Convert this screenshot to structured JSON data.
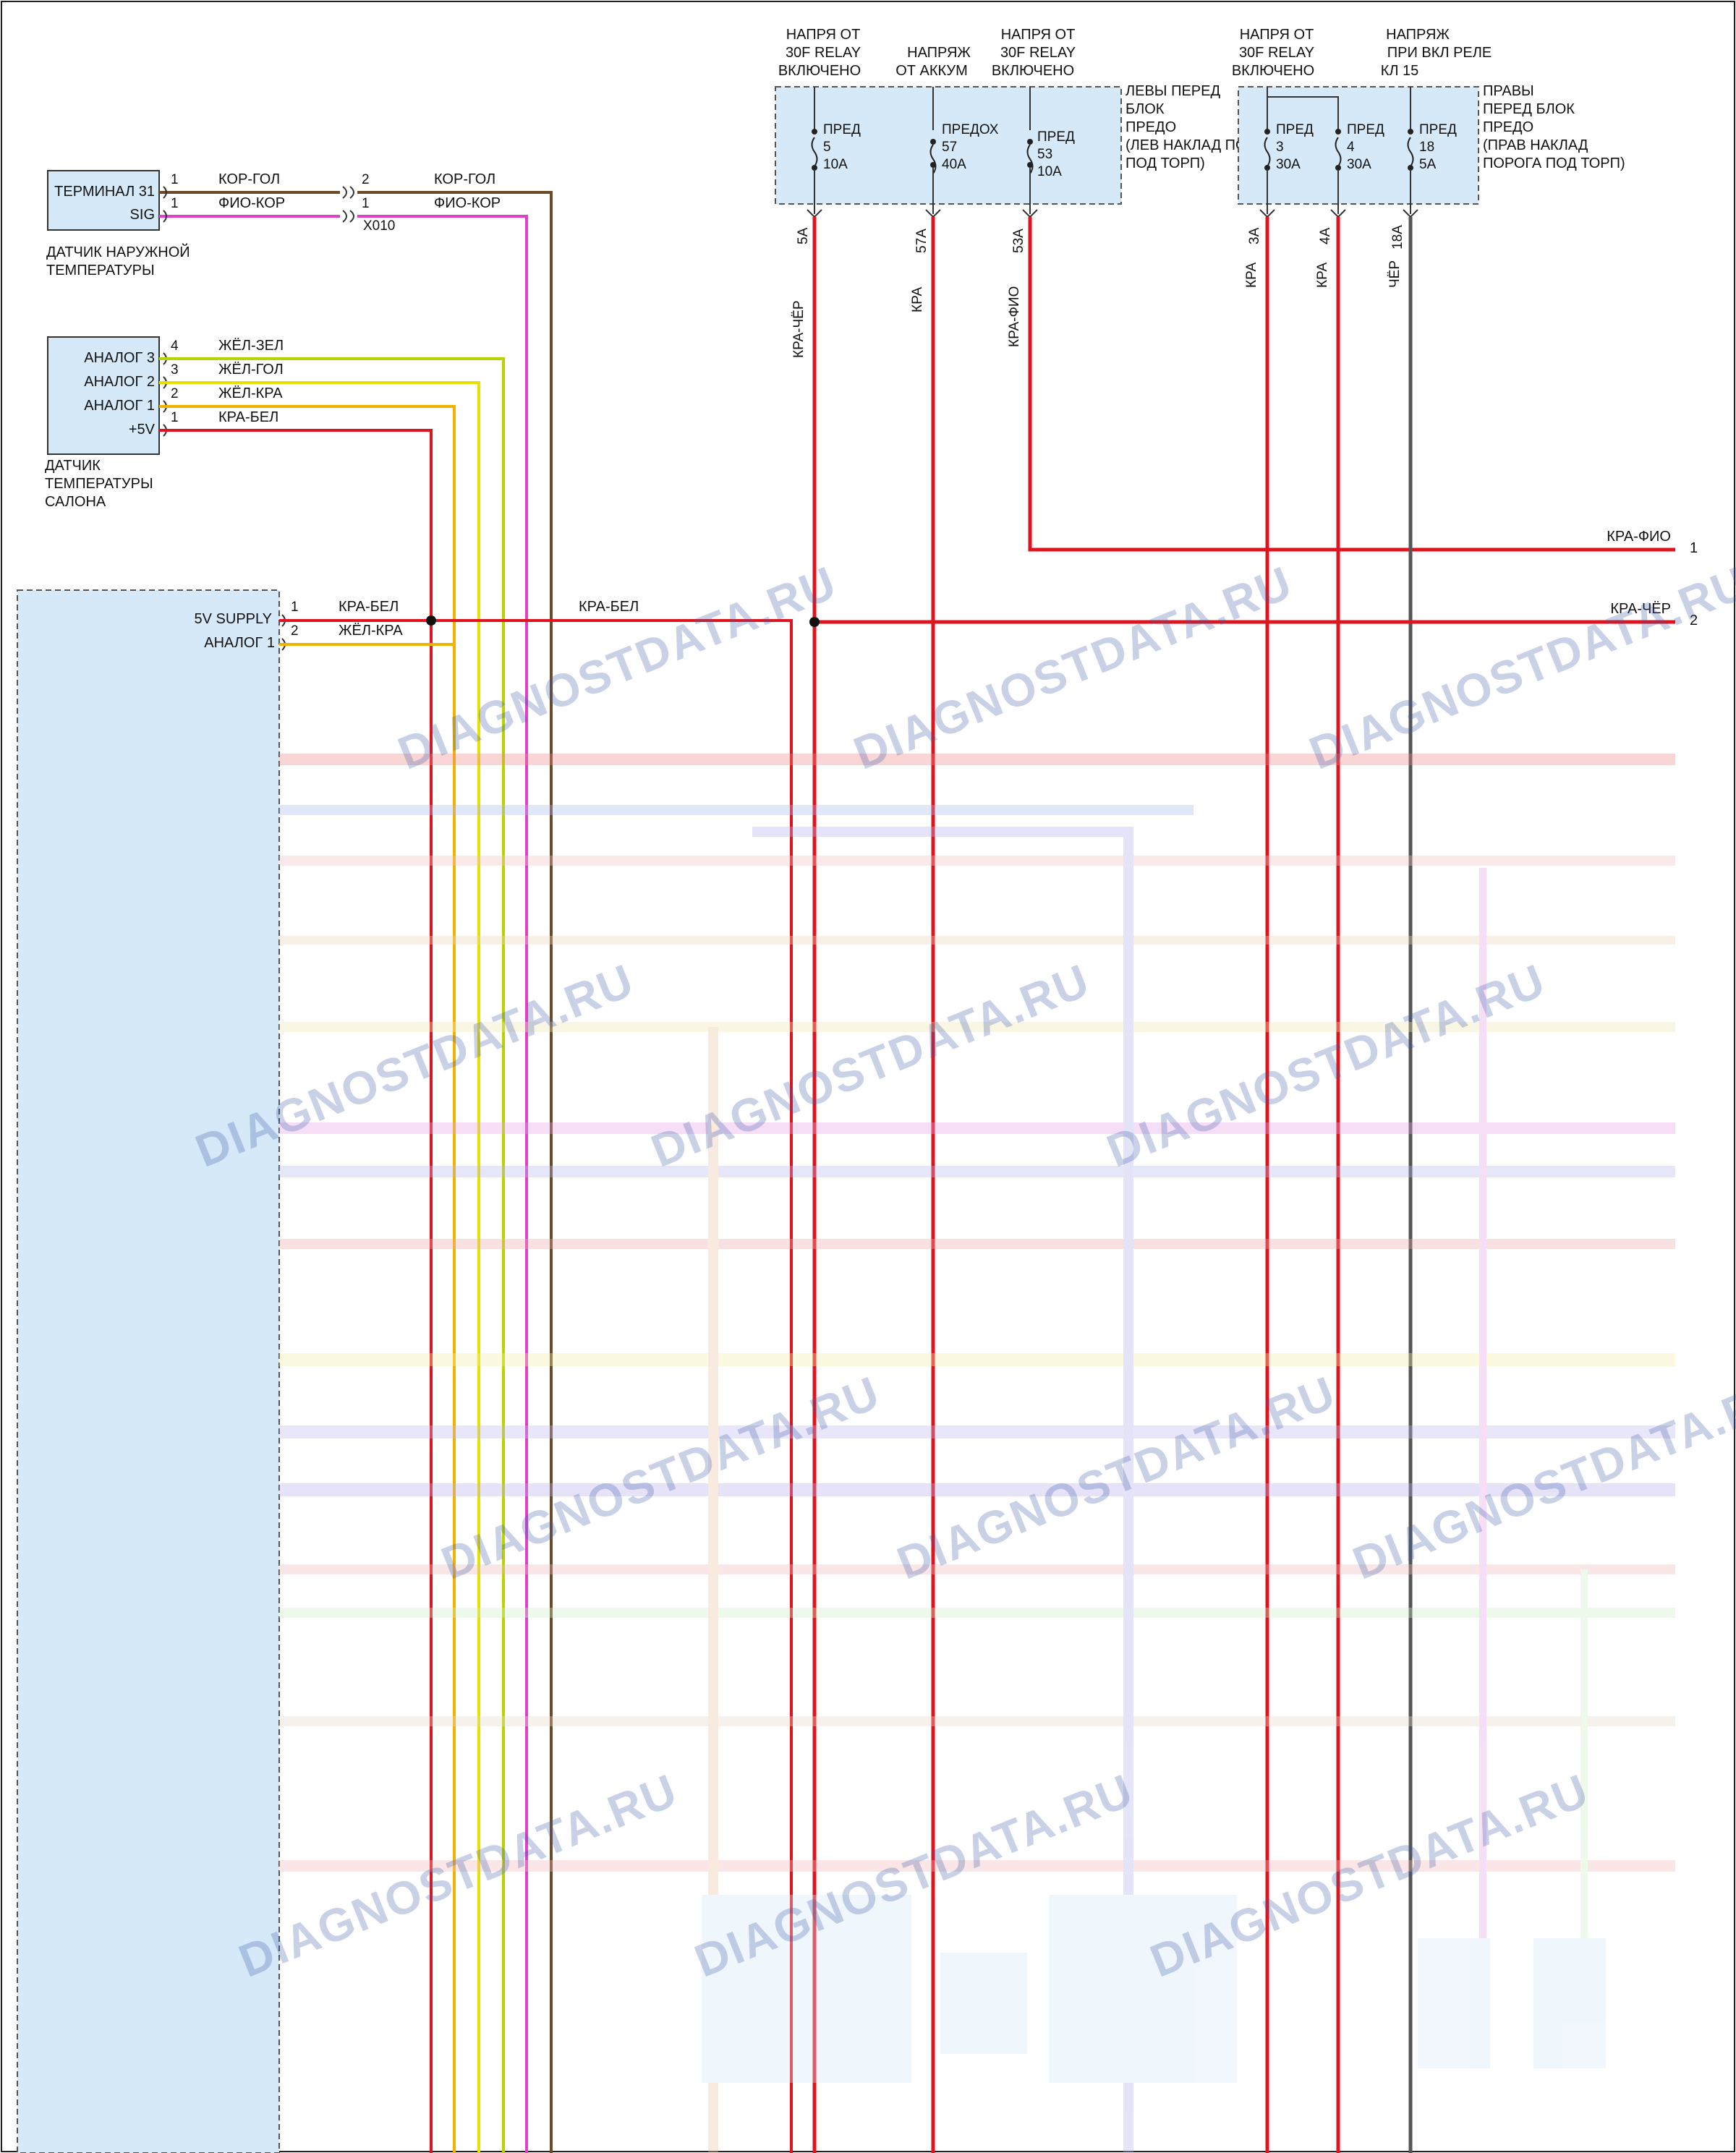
{
  "relay_labels": [
    {
      "id": "f5",
      "lines": [
        "НАПРЯ ОТ",
        "30F RELAY",
        "ВКЛЮЧЕНО"
      ]
    },
    {
      "id": "f57",
      "lines": [
        "НАПРЯЖ",
        "ОТ АККУМ"
      ]
    },
    {
      "id": "f53",
      "lines": [
        "НАПРЯ ОТ",
        "30F RELAY",
        "ВКЛЮЧЕНО"
      ]
    },
    {
      "id": "f3",
      "lines": [
        "НАПРЯ ОТ",
        "30F RELAY",
        "ВКЛЮЧЕНО"
      ]
    },
    {
      "id": "f18",
      "lines": [
        "НАПРЯЖ",
        "ПРИ ВКЛ РЕЛЕ",
        "КЛ 15"
      ]
    }
  ],
  "left_fuse_box": {
    "title_lines": [
      "ЛЕВЫ ПЕРЕД",
      "БЛОК",
      "ПРЕДО",
      "(ЛЕВ НАКЛАД ПОРОГА",
      "ПОД ТОРП)"
    ],
    "fuses": [
      {
        "lines": [
          "ПРЕД",
          "5",
          "10A"
        ],
        "pin": "5A",
        "wire": "КРА-ЧЁР"
      },
      {
        "lines": [
          "ПРЕДОХ",
          "57",
          "40A"
        ],
        "pin": "57A",
        "wire": "КРА"
      },
      {
        "lines": [
          "ПРЕД",
          "53",
          "10A"
        ],
        "pin": "53A",
        "wire": "КРА-ФИО"
      }
    ]
  },
  "right_fuse_box": {
    "title_lines": [
      "ПРАВЫ",
      "ПЕРЕД БЛОК",
      "ПРЕДО",
      "(ПРАВ НАКЛАД",
      "ПОРОГА ПОД ТОРП)"
    ],
    "fuses": [
      {
        "lines": [
          "ПРЕД",
          "3",
          "30A"
        ],
        "pin": "3A",
        "wire": "КРА"
      },
      {
        "lines": [
          "ПРЕД",
          "4",
          "30A"
        ],
        "pin": "4A",
        "wire": "КРА"
      },
      {
        "lines": [
          "ПРЕД",
          "18",
          "5A"
        ],
        "pin": "18A",
        "wire": "ЧЁР"
      }
    ]
  },
  "outside_temp_sensor": {
    "pins": [
      {
        "label": "ТЕРМИНАЛ 31",
        "num": "1",
        "wire": "КОР-ГОЛ",
        "conn_num": "2",
        "wire2": "КОР-ГОЛ"
      },
      {
        "label": "SIG",
        "num": "1",
        "wire": "ФИО-КОР",
        "conn_num": "1",
        "wire2": "ФИО-КОР"
      }
    ],
    "connector": "X010",
    "caption_lines": [
      "ДАТЧИК НАРУЖНОЙ",
      "ТЕМПЕРАТУРЫ"
    ]
  },
  "cabin_temp_sensor": {
    "pins": [
      {
        "label": "АНАЛОГ 3",
        "num": "4",
        "wire": "ЖЁЛ-ЗЕЛ"
      },
      {
        "label": "АНАЛОГ 2",
        "num": "3",
        "wire": "ЖЁЛ-ГОЛ"
      },
      {
        "label": "АНАЛОГ 1",
        "num": "2",
        "wire": "ЖЁЛ-КРА"
      },
      {
        "label": "+5V",
        "num": "1",
        "wire": "КРА-БЕЛ"
      }
    ],
    "caption_lines": [
      "ДАТЧИК",
      "ТЕМПЕРАТУРЫ",
      "САЛОНА"
    ]
  },
  "control_module": {
    "pins": [
      {
        "label": "5V SUPPLY",
        "num": "1",
        "wire": "КРА-БЕЛ"
      },
      {
        "label": "АНАЛОГ 1",
        "num": "2",
        "wire": "ЖЁЛ-КРА"
      }
    ]
  },
  "mid_wire_label": "КРА-БЕЛ",
  "right_outputs": [
    {
      "wire": "КРА-ФИО",
      "num": "1"
    },
    {
      "wire": "КРА-ЧЁР",
      "num": "2"
    }
  ],
  "watermark": "DIAGNOSTDATA.RU",
  "colors": {
    "box_fill": "#d6e9f8",
    "red": "#e0141e",
    "brown": "#6b4a2a",
    "magenta": "#e040c8",
    "yellow": "#e8e000",
    "yellow_green": "#b8d400",
    "orange_yellow": "#f0b400",
    "grey": "#555555"
  }
}
